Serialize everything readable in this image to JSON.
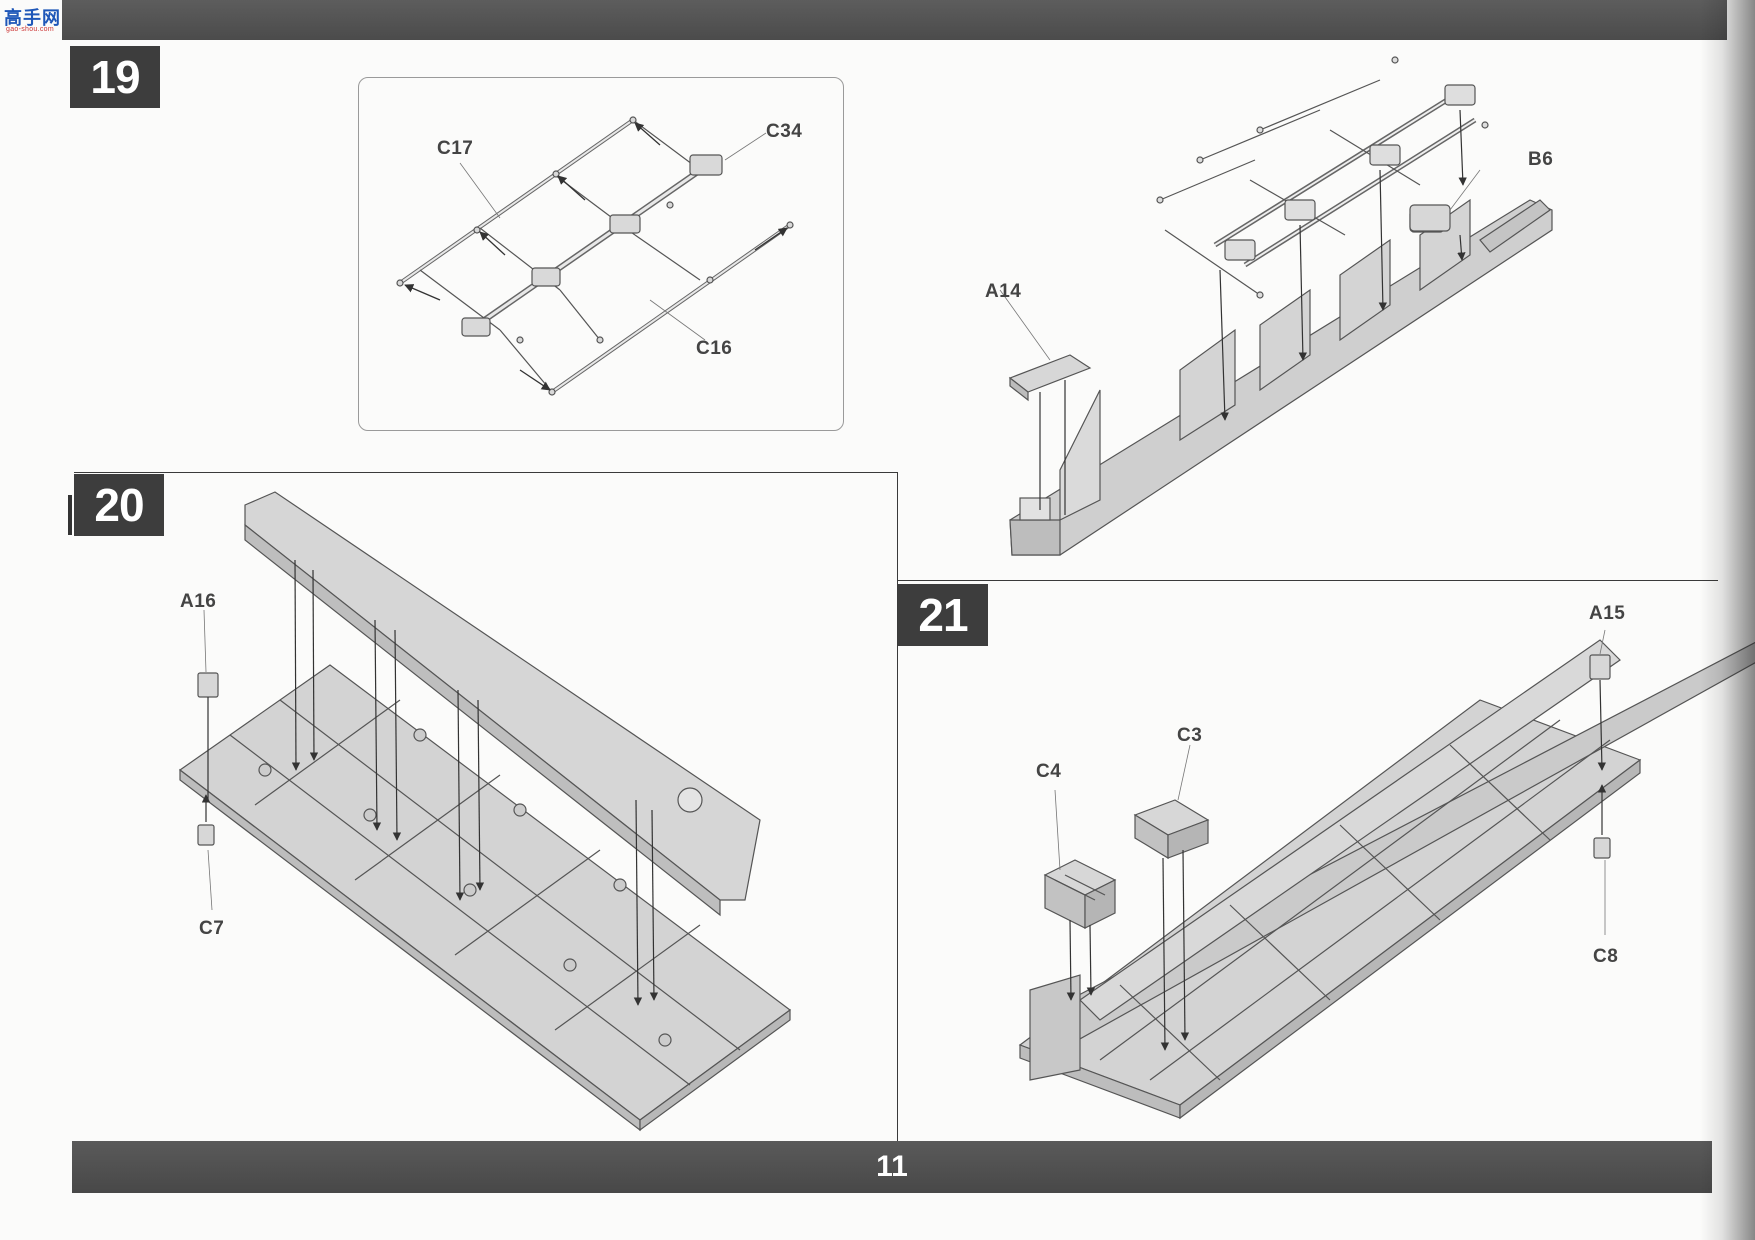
{
  "watermark": {
    "logo_text": "高手网",
    "sub_text": "gao-shou.com"
  },
  "page_number": "11",
  "steps": [
    {
      "number": "19"
    },
    {
      "number": "20"
    },
    {
      "number": "21"
    }
  ],
  "part_labels": {
    "c17": "C17",
    "c34": "C34",
    "c16": "C16",
    "b6": "B6",
    "a14": "A14",
    "a16": "A16",
    "c7": "C7",
    "a15": "A15",
    "c3": "C3",
    "c4": "C4",
    "c8": "C8"
  }
}
